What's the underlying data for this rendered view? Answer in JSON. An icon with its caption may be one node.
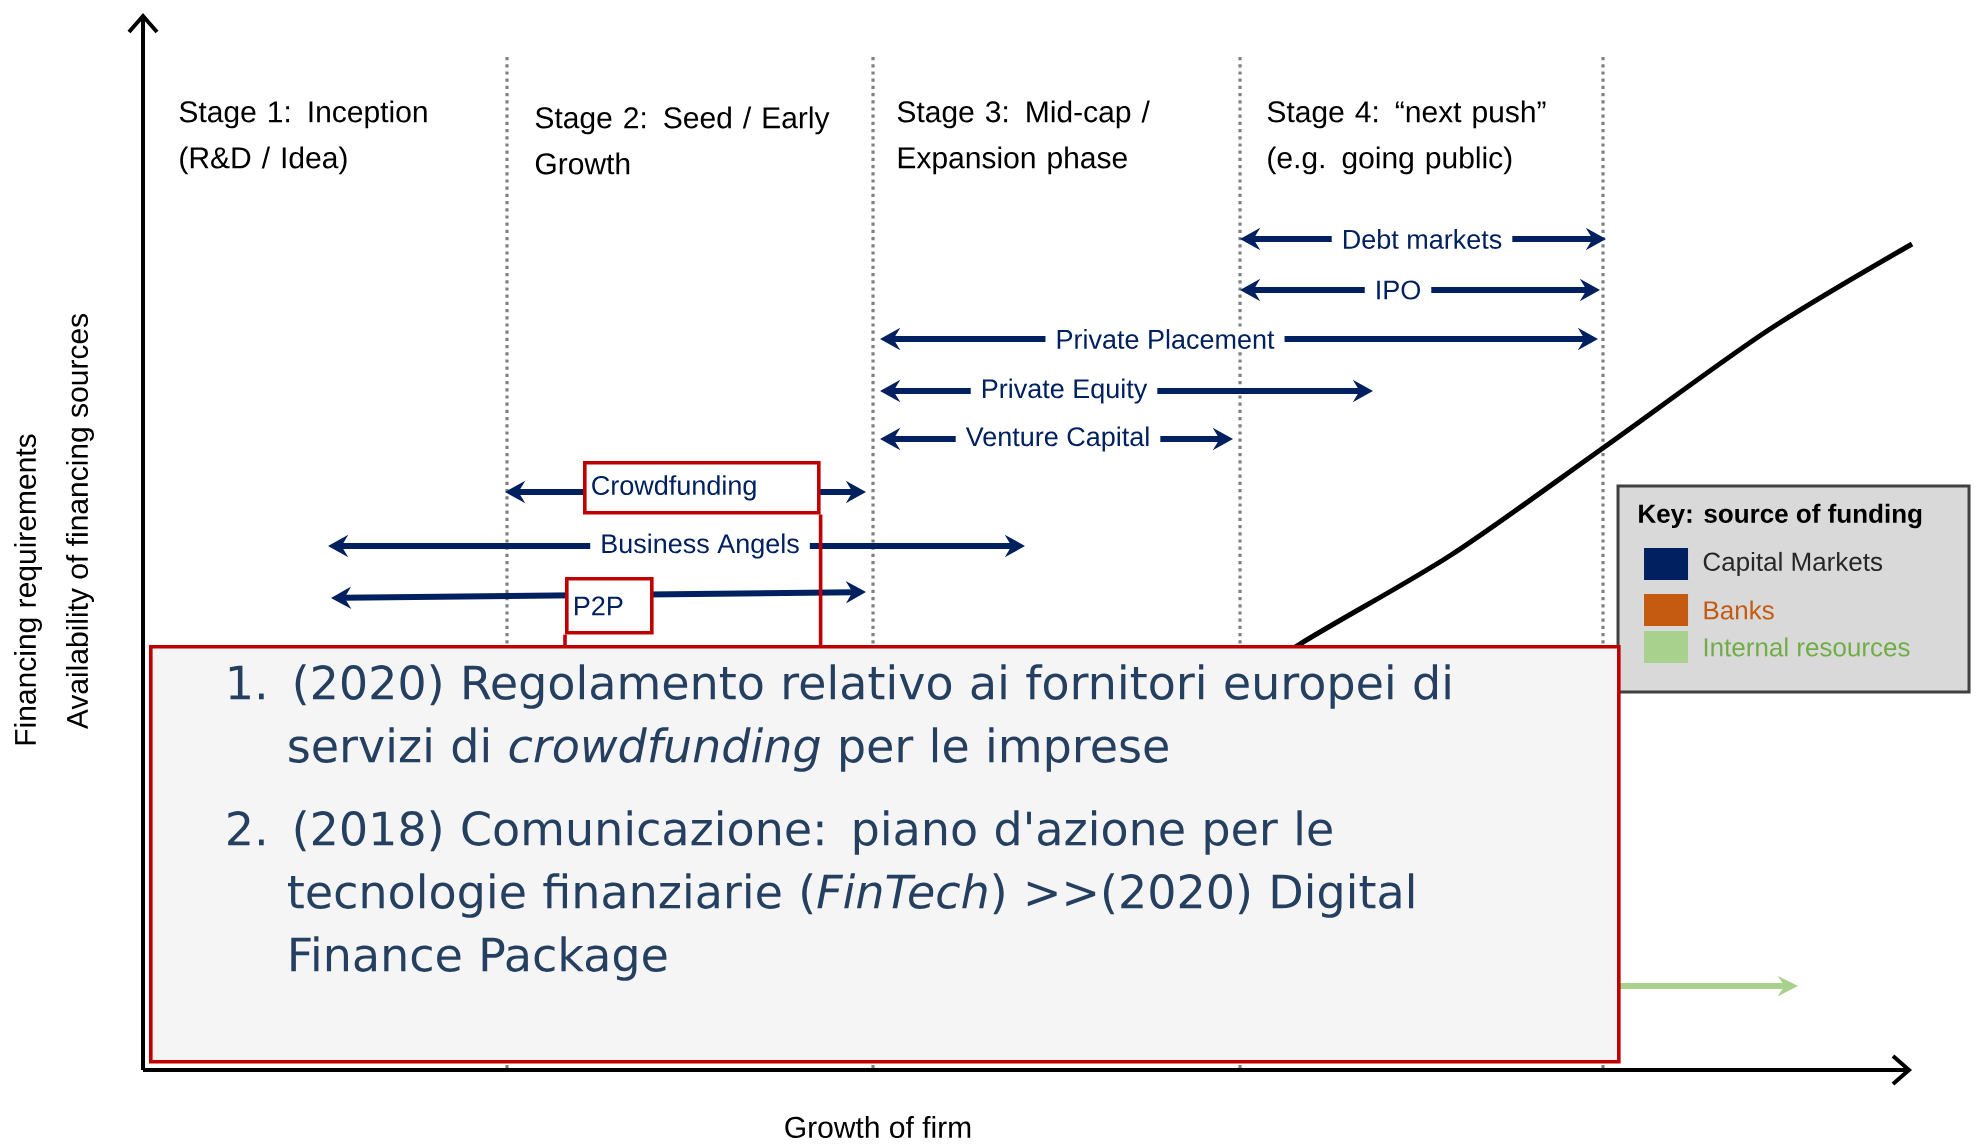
{
  "diagram": {
    "nodes": [
      {
        "text": [
          "Crowdfunding"
        ]
      },
      {
        "text": [
          "P2P"
        ]
      },
      {
        "text": [
          "1. (2020) Regolamento relativo ai fornitori europei di servizi di *crowdfunding* per le imprese",
          "2. (2018) Comunicazione: piano d'azione per le tecnologie finanziarie (*FinTech*) >>(2020) Digital Finance Package"
        ]
      }
    ],
    "edges": [
      {
        "from": 0,
        "to": 2,
        "arrow": "none"
      },
      {
        "from": 1,
        "to": 2,
        "arrow": "none"
      }
    ],
    "labels": [
      "Stage 1: Inception (R&D / Idea)",
      "Stage 2: Seed / Early Growth",
      "Stage 3: Mid-cap / Expansion phase",
      "Stage 4: “next push” (e.g. going public)",
      "Debt markets",
      "IPO",
      "Private Placement",
      "Private Equity",
      "Venture Capital",
      "Business Angels",
      "Key: source of funding",
      "Financing requirements",
      "Availability of financing sources",
      "Growth of firm"
    ],
    "legend": [
      {
        "text": "Capital Markets",
        "color": "#002060"
      },
      {
        "text": "Banks",
        "color": "#c55a11"
      },
      {
        "text": "Internal resources",
        "color": "#a9d18e"
      }
    ]
  }
}
